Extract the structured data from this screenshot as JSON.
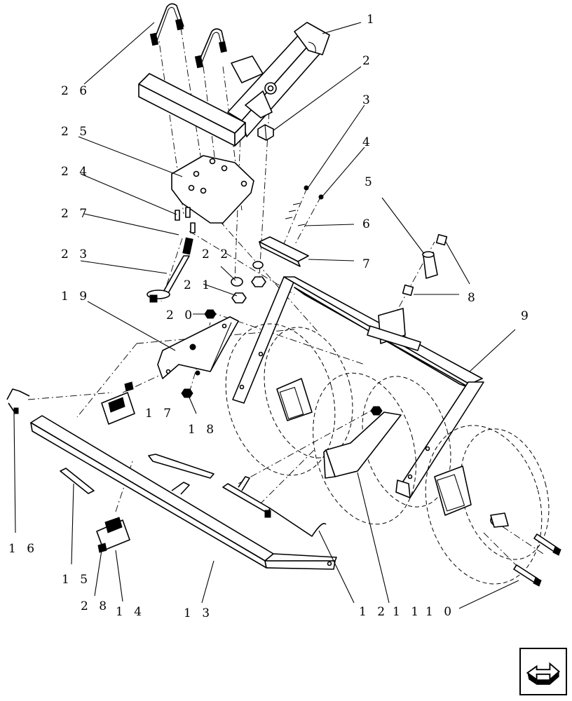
{
  "callouts": [
    {
      "id": "1",
      "label": "1"
    },
    {
      "id": "2",
      "label": "2"
    },
    {
      "id": "3",
      "label": "3"
    },
    {
      "id": "4",
      "label": "4"
    },
    {
      "id": "5",
      "label": "5"
    },
    {
      "id": "6",
      "label": "6"
    },
    {
      "id": "7",
      "label": "7"
    },
    {
      "id": "8",
      "label": "8"
    },
    {
      "id": "9",
      "label": "9"
    },
    {
      "id": "10",
      "label": "1 0"
    },
    {
      "id": "11",
      "label": "1 1"
    },
    {
      "id": "12",
      "label": "1 2"
    },
    {
      "id": "13",
      "label": "1 3"
    },
    {
      "id": "14",
      "label": "1 4"
    },
    {
      "id": "15",
      "label": "1 5"
    },
    {
      "id": "16",
      "label": "1 6"
    },
    {
      "id": "17",
      "label": "1 7"
    },
    {
      "id": "18",
      "label": "1 8"
    },
    {
      "id": "19",
      "label": "1 9"
    },
    {
      "id": "20",
      "label": "2 0"
    },
    {
      "id": "21",
      "label": "2 1"
    },
    {
      "id": "22",
      "label": "2 2"
    },
    {
      "id": "23",
      "label": "2 3"
    },
    {
      "id": "24",
      "label": "2 4"
    },
    {
      "id": "25",
      "label": "2 5"
    },
    {
      "id": "26",
      "label": "2 6"
    },
    {
      "id": "27",
      "label": "2 7"
    },
    {
      "id": "28",
      "label": "2 8"
    }
  ],
  "nav": {
    "icon": "next-page-arrow-icon"
  }
}
